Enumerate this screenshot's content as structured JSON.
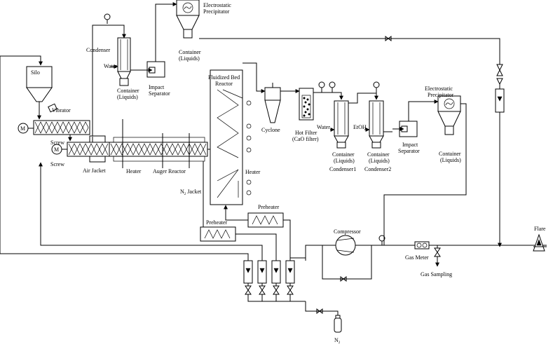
{
  "labels": {
    "electrostatic_precipitator_top": "Electrostatic\nPrecipitator",
    "container_liquids_top": "Container\n(Liquids)",
    "condenser_left": "Condenser",
    "water_left": "Water",
    "container_liquids_left": "Container\n(Liquids)",
    "impact_separator_left": "Impact\nSeparator",
    "silo": "Silo",
    "vibrator": "Vibrator",
    "motor_symbol": "M",
    "screw_upper": "Screw",
    "screw_lower": "Screw",
    "air_jacket": "Air Jacket",
    "heater_auger": "Heater",
    "auger_reactor": "Auger Reactor",
    "n2_jacket": "N",
    "n2_jacket_sub": "2",
    "n2_jacket_suffix": " Jacket",
    "fluidized_bed_reactor": "Fluidized Bed\nReactor",
    "heater_fbr": "Heater",
    "cyclone": "Cyclone",
    "hot_filter": "Hot Filter\n(CaO filter)",
    "water_right": "Water",
    "etoh": "EtOH",
    "container_condenser1": "Container\n(Liquids)",
    "condenser1": "Condenser1",
    "container_condenser2": "Container\n(Liquids)",
    "condenser2": "Condenser2",
    "impact_separator_right": "Impact\nSeparator",
    "electrostatic_precipitator_right": "Electrostatic\nPrecipitator",
    "container_liquids_right": "Container\n(Liquids)",
    "preheater_upper": "Preheater",
    "preheater_lower": "Preheater",
    "compressor": "Compressor",
    "flare": "Flare",
    "gas_meter": "Gas Meter",
    "gas_sampling": "Gas Sampling",
    "n2_bottle": "N",
    "n2_bottle_sub": "2"
  }
}
